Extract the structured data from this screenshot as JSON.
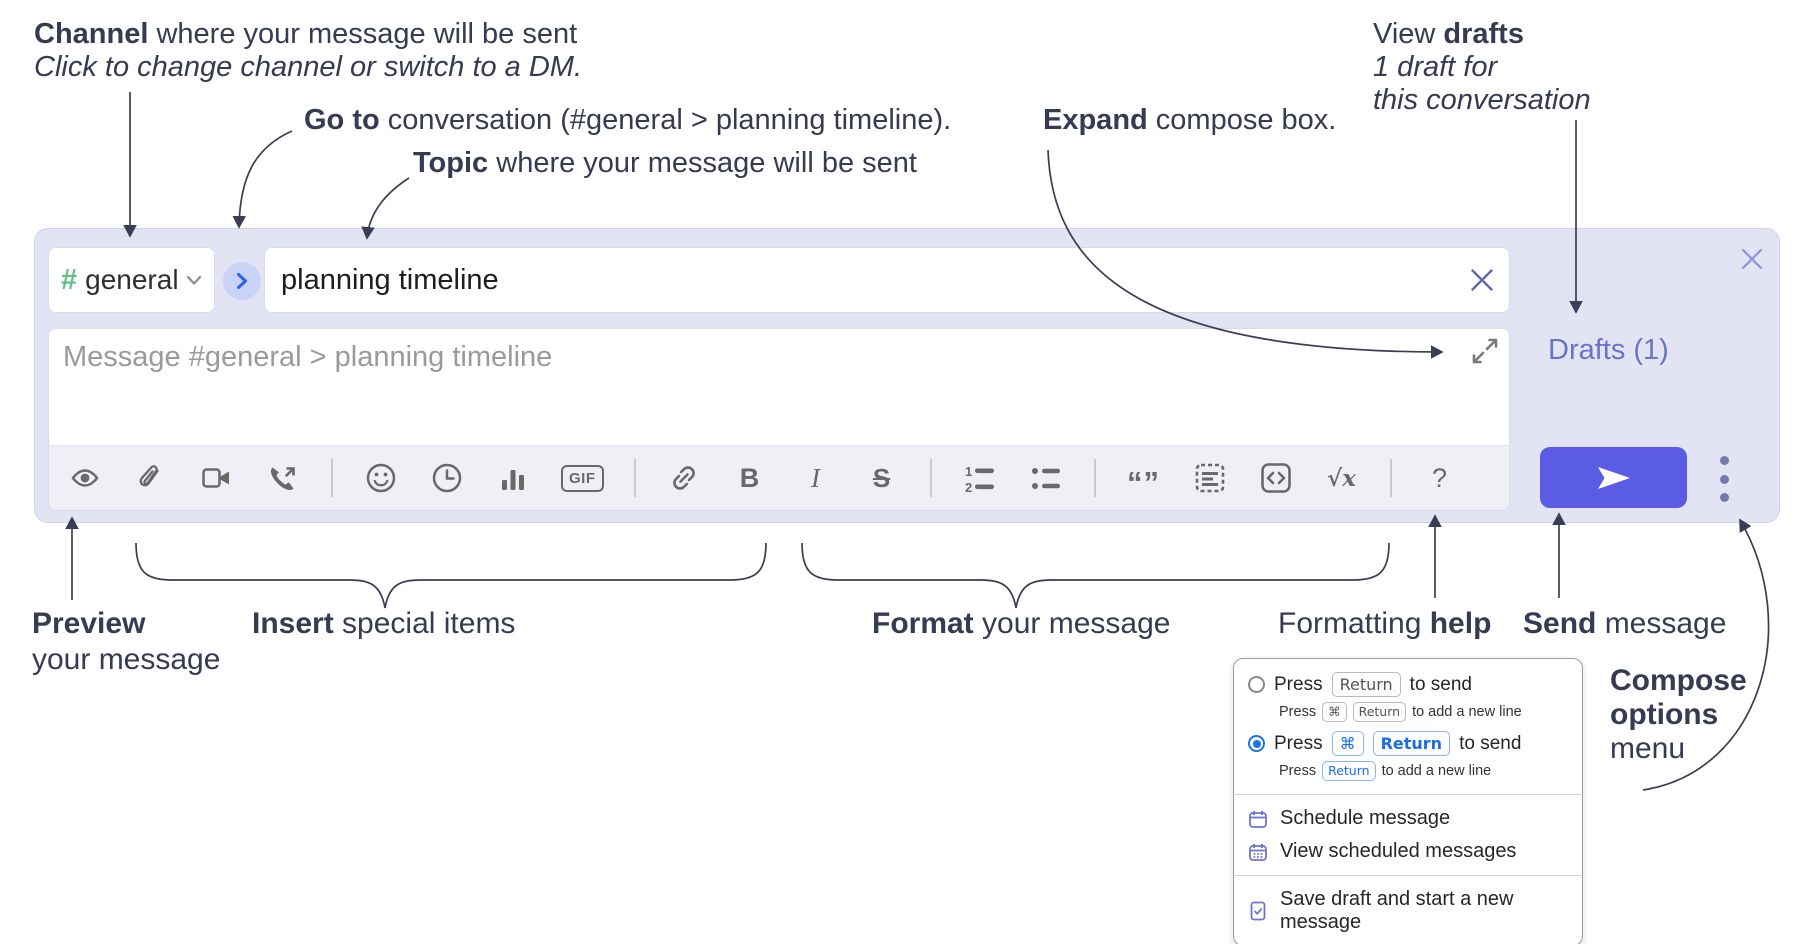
{
  "annotations": {
    "channel": {
      "bold": "Channel",
      "rest": " where your message will be sent",
      "line2": "Click to change channel or switch to a DM."
    },
    "go_to": {
      "bold": "Go to",
      "rest": " conversation (#general > planning timeline)."
    },
    "topic": {
      "bold": "Topic",
      "rest": " where your message will be sent"
    },
    "expand": {
      "bold": "Expand",
      "rest": " compose box."
    },
    "view_drafts": {
      "pre": "View ",
      "bold": "drafts",
      "line2": "1 draft for",
      "line3": "this conversation"
    },
    "preview": {
      "bold": "Preview",
      "line2": "your message"
    },
    "insert": {
      "bold": "Insert",
      "rest": " special items"
    },
    "format": {
      "bold": "Format",
      "rest": " your message"
    },
    "formatting_help": {
      "pre": "Formatting ",
      "bold": "help"
    },
    "send": {
      "bold": "Send",
      "rest": " message"
    },
    "compose_options": {
      "line1": "Compose",
      "line2": "options",
      "line3": "menu"
    }
  },
  "compose_box": {
    "channel_selector": {
      "hash": "#",
      "channel_name": "general"
    },
    "topic_input": {
      "value": "planning timeline"
    },
    "message_input": {
      "placeholder": "Message #general > planning timeline"
    },
    "drafts_link": {
      "label": "Drafts (1)"
    },
    "toolbar": {
      "items": [
        {
          "name": "preview-eye-icon"
        },
        {
          "name": "attach-file-icon"
        },
        {
          "name": "video-call-icon"
        },
        {
          "name": "voice-call-icon"
        },
        {
          "name": "emoji-icon"
        },
        {
          "name": "global-time-icon"
        },
        {
          "name": "poll-icon"
        },
        {
          "name": "gif-icon",
          "glyph": "GIF"
        },
        {
          "name": "link-icon"
        },
        {
          "name": "bold-icon",
          "glyph": "B"
        },
        {
          "name": "italic-icon",
          "glyph": "I"
        },
        {
          "name": "strikethrough-icon",
          "glyph": "S"
        },
        {
          "name": "numbered-list-icon"
        },
        {
          "name": "bulleted-list-icon"
        },
        {
          "name": "quote-icon",
          "glyph": "“”"
        },
        {
          "name": "spoiler-icon"
        },
        {
          "name": "code-icon"
        },
        {
          "name": "math-icon",
          "glyph": "√x"
        },
        {
          "name": "help-icon",
          "glyph": "?"
        }
      ]
    }
  },
  "send_options_menu": {
    "option_return": {
      "press": "Press",
      "key": "Return",
      "suffix": "to send",
      "sub": {
        "press": "Press",
        "key1": "⌘",
        "key2": "Return",
        "suffix": "to add a new line"
      },
      "selected": false
    },
    "option_cmd_return": {
      "press": "Press",
      "key1": "⌘",
      "key2": "Return",
      "suffix": "to send",
      "sub": {
        "press": "Press",
        "key1": "Return",
        "suffix": "to add a new line"
      },
      "selected": true
    },
    "items": [
      {
        "icon": "calendar-icon",
        "label": "Schedule message"
      },
      {
        "icon": "calendar-grid-icon",
        "label": "View scheduled messages"
      },
      {
        "icon": "draft-save-icon",
        "label": "Save draft and start a new message"
      }
    ]
  },
  "colors": {
    "annotation_text": "#363a52",
    "compose_bg": "#e2e4f3",
    "send_button": "#5a5ce4",
    "drafts_link": "#6b74c4",
    "hash_green": "#5ec084",
    "selected_radio_blue": "#1a73e8",
    "menu_icon_purple": "#7173d1",
    "toolbar_icon_gray": "#696969"
  }
}
